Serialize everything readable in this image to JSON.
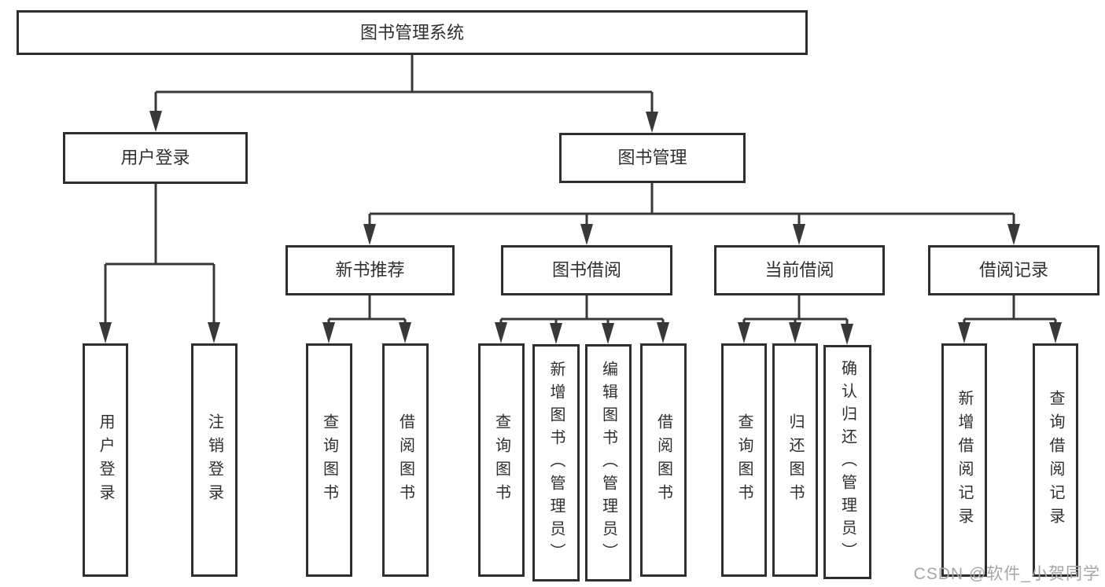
{
  "tree": {
    "label": "图书管理系统",
    "children": [
      {
        "label": "用户登录",
        "children": [
          {
            "label": "用户登录"
          },
          {
            "label": "注销登录"
          }
        ]
      },
      {
        "label": "图书管理",
        "children": [
          {
            "label": "新书推荐",
            "children": [
              {
                "label": "查询图书"
              },
              {
                "label": "借阅图书"
              }
            ]
          },
          {
            "label": "图书借阅",
            "children": [
              {
                "label": "查询图书"
              },
              {
                "label": "新增图书（管理员）"
              },
              {
                "label": "编辑图书（管理员）"
              },
              {
                "label": "借阅图书"
              }
            ]
          },
          {
            "label": "当前借阅",
            "children": [
              {
                "label": "查询图书"
              },
              {
                "label": "归还图书"
              },
              {
                "label": "确认归还（管理员）"
              }
            ]
          },
          {
            "label": "借阅记录",
            "children": [
              {
                "label": "新增借阅记录"
              },
              {
                "label": "查询借阅记录"
              }
            ]
          }
        ]
      }
    ]
  },
  "watermark": "CSDN @软件_小贺同学",
  "colors": {
    "line": "#383838",
    "box_border": "#2e2e2e",
    "text": "#2f2f2f",
    "watermark": "#a6a6a6",
    "background": "#ffffff"
  }
}
